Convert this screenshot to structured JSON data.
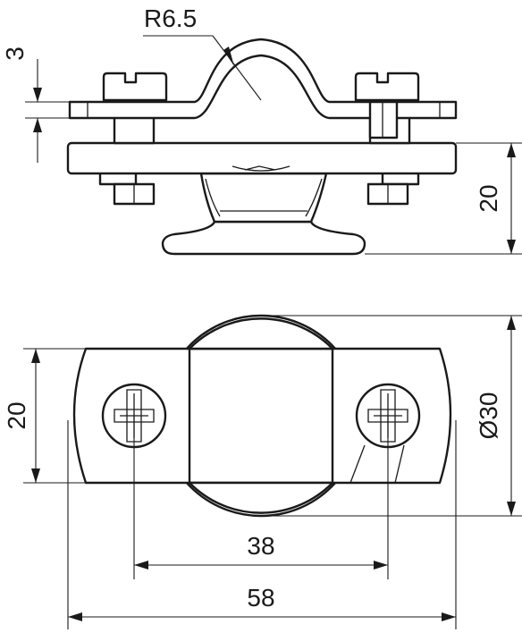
{
  "labels": {
    "radius": "R6.5",
    "thickness": "3",
    "side_height": "20",
    "plate_width": "20",
    "diameter": "Ø30",
    "hole_spacing": "38",
    "total_length": "58"
  }
}
